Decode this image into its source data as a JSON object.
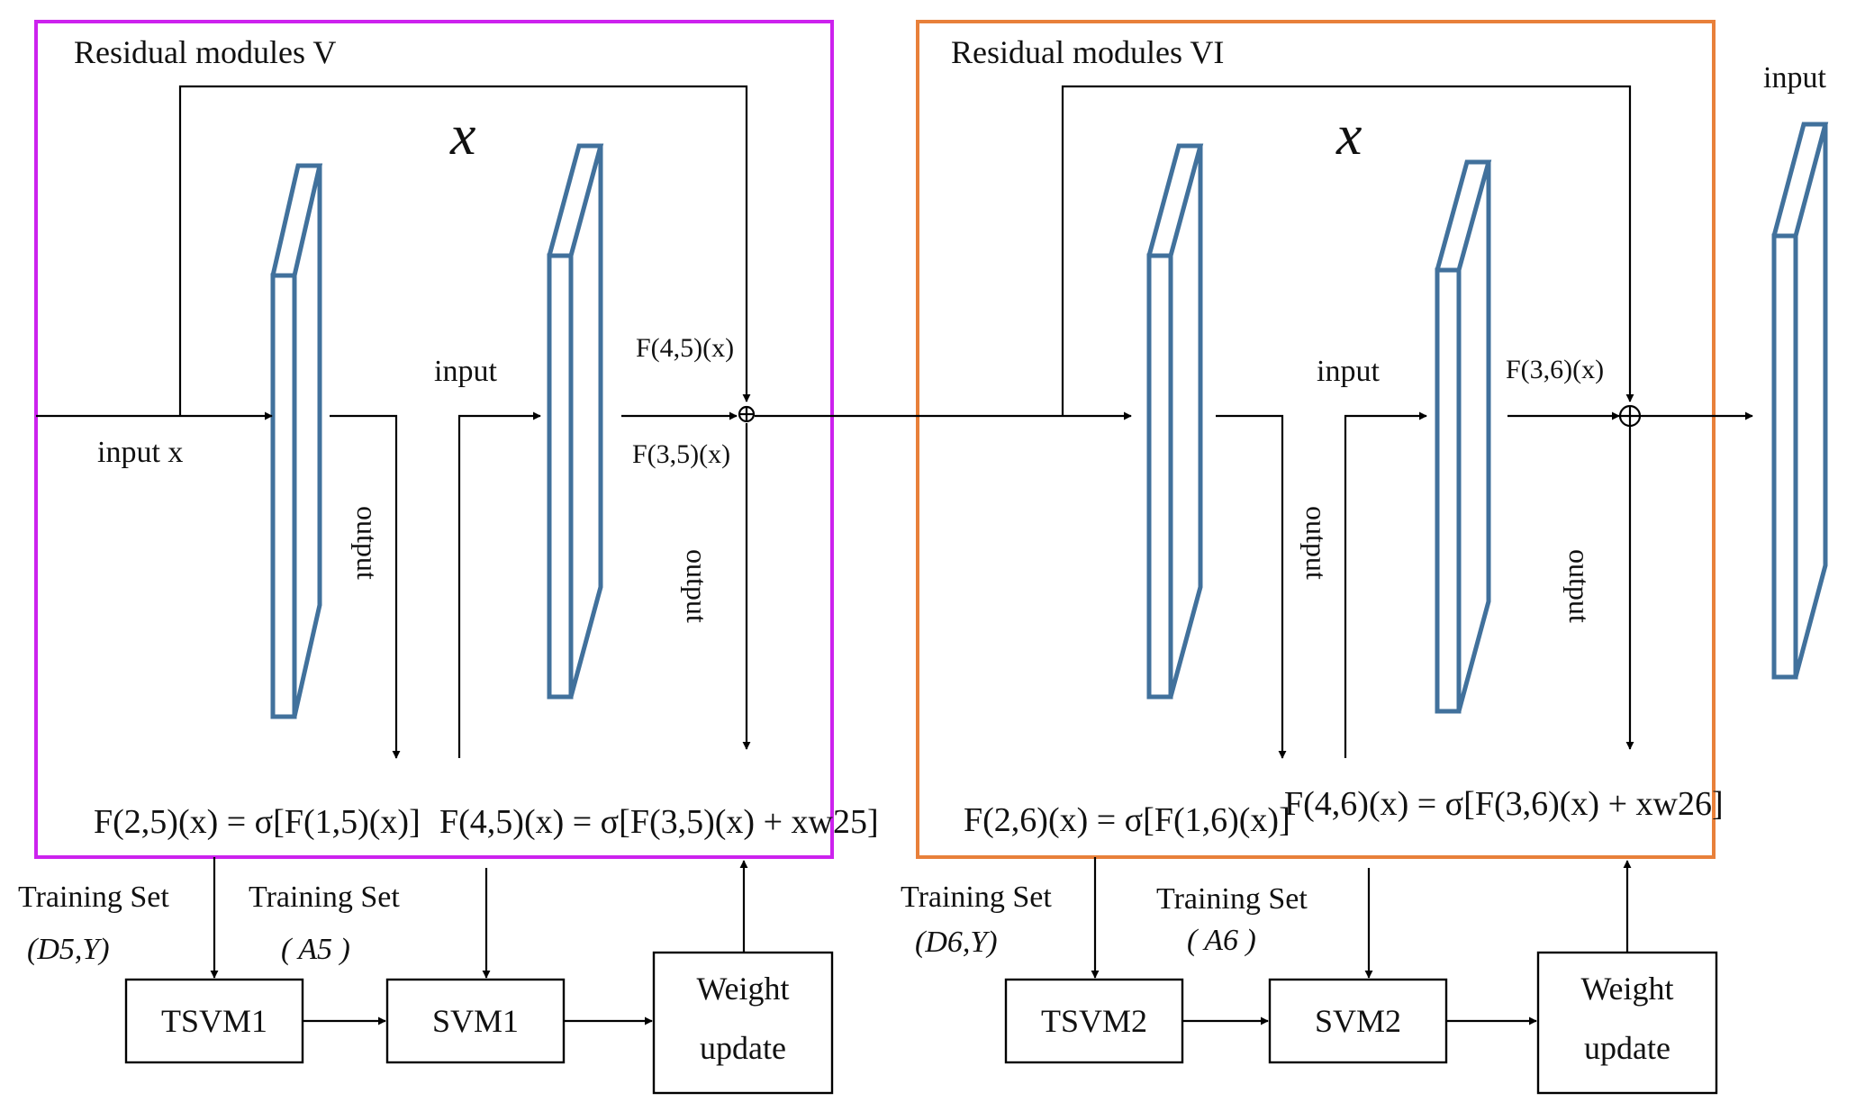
{
  "colors": {
    "module_v_border": "#cc22ee",
    "module_vi_border": "#e8803a",
    "block_stroke": "#41719c",
    "line": "#000000"
  },
  "module_v": {
    "title": "Residual  modules V",
    "x_symbol": "x",
    "input_x": "input x",
    "input_mid": "input",
    "output_1": "output",
    "output_2": "output",
    "f45_tag": "F(4,5)(x)",
    "f35_tag": "F(3,5)(x)",
    "eq_left": "F(2,5)(x) = σ[F(1,5)(x)]",
    "eq_right": "F(4,5)(x) = σ[F(3,5)(x) + xw25]"
  },
  "module_vi": {
    "title": "Residual  modules VI",
    "x_symbol": "x",
    "input_mid": "input",
    "output_1": "output",
    "output_2": "output",
    "f36_tag": "F(3,6)(x)",
    "eq_left": "F(2,6)(x) = σ[F(1,6)(x)]",
    "eq_right": "F(4,6)(x) = σ[F(3,6)(x) + xw26]"
  },
  "final_input": "input",
  "training_1": {
    "set_a": "Training Set",
    "set_a_sym": "(D5,Y)",
    "set_b": "Training Set",
    "set_b_sym": "( A5 )",
    "tsvm": "TSVM1",
    "svm": "SVM1",
    "weight_line1": "Weight",
    "weight_line2": "update"
  },
  "training_2": {
    "set_a": "Training Set",
    "set_a_sym": "(D6,Y)",
    "set_b": "Training Set",
    "set_b_sym": "( A6 )",
    "tsvm": "TSVM2",
    "svm": "SVM2",
    "weight_line1": "Weight",
    "weight_line2": "update"
  }
}
